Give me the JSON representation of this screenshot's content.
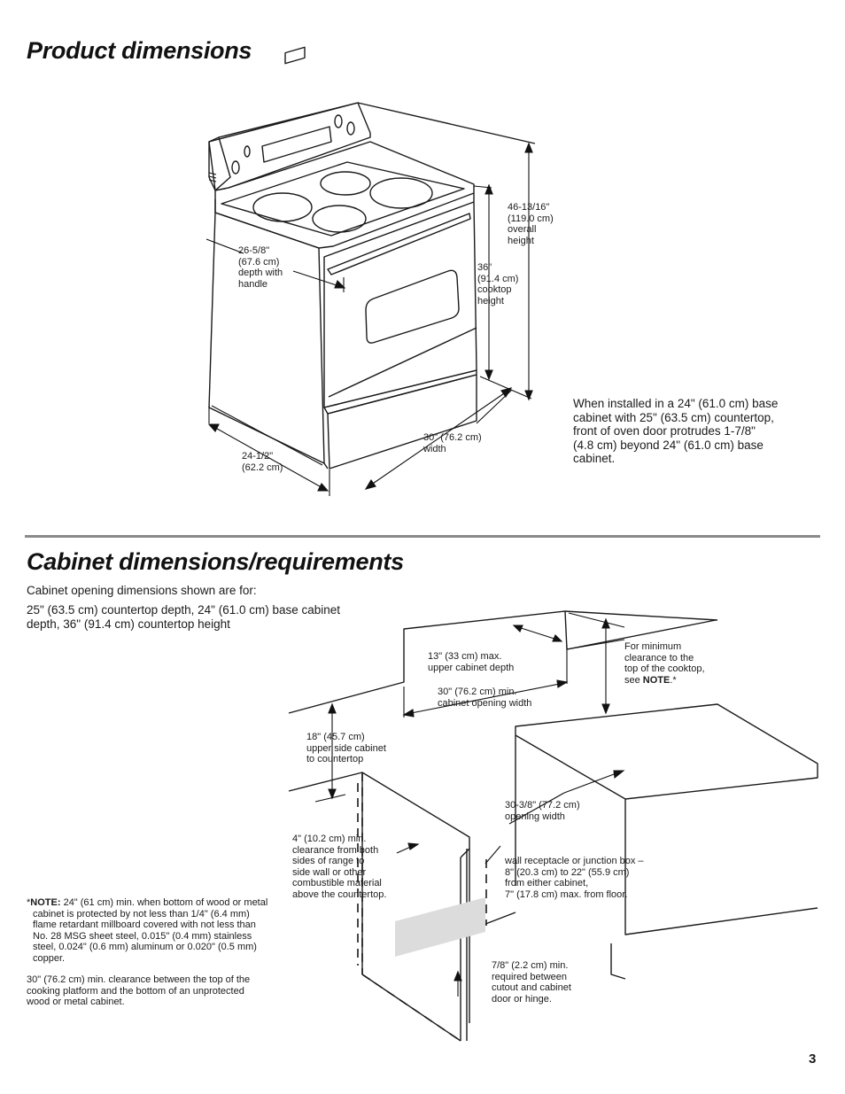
{
  "headings": {
    "product": "Product dimensions",
    "cabinet": "Cabinet dimensions/requirements"
  },
  "product": {
    "depth_label": "26-5/8\"\n(67.6 cm)\ndepth with\nhandle",
    "overall_height_label": "46-13/16\"\n(119.0 cm)\noverall\nheight",
    "cooktop_height_label": "36\"\n(91.4 cm)\ncooktop\nheight",
    "width_label": "30\" (76.2 cm)\nwidth",
    "side_depth_label": "24-1/2\"\n(62.2 cm)",
    "install_note": "When installed in a 24\" (61.0 cm) base cabinet with 25\" (63.5 cm) countertop, front of oven door protrudes 1-7/8\" (4.8 cm) beyond 24\" (61.0 cm) base cabinet."
  },
  "cabinet": {
    "intro_line1": "Cabinet opening dimensions shown are for:",
    "intro_line2": "25\" (63.5 cm) countertop depth, 24\" (61.0 cm) base cabinet depth, 36\" (91.4 cm) countertop height",
    "upper_depth_label": "13\" (33 cm) max.\nupper cabinet depth",
    "opening_width_label": "30\" (76.2 cm) min.\ncabinet opening width",
    "min_clearance_label": "For minimum\nclearance to the\ntop of the cooktop,\nsee ",
    "min_clearance_note_ref": "NOTE",
    "min_clearance_suffix": ".*",
    "upper_side_label": "18\" (45.7 cm)\nupper side cabinet\nto countertop",
    "opening_width2_label": "30-3/8\" (77.2 cm)\nopening width",
    "side_clearance_label": "4\" (10.2 cm) min.\nclearance from both\nsides of range to\nside wall or other\ncombustible material\nabove the countertop.",
    "receptacle_label": "wall receptacle or junction box –\n8\" (20.3 cm) to 22\" (55.9 cm)\nfrom either cabinet,\n7\" (17.8 cm) max. from floor.",
    "cutout_label": "7/8\" (2.2 cm) min.\nrequired between\ncutout and cabinet\ndoor or hinge.",
    "note_prefix": "*",
    "note_title": "NOTE:",
    "note_text1": " 24\" (61 cm) min. when bottom of wood or metal cabinet is protected by not less than 1/4\" (6.4 mm) flame retardant millboard covered with not less than No. 28 MSG sheet steel, 0.015\" (0.4 mm) stainless steel, 0.024\" (0.6 mm) aluminum or 0.020\" (0.5 mm) copper.",
    "note_text2": "30\" (76.2 cm) min. clearance between the top of the cooking platform and the bottom of an unprotected wood or metal cabinet."
  },
  "page_number": "3"
}
